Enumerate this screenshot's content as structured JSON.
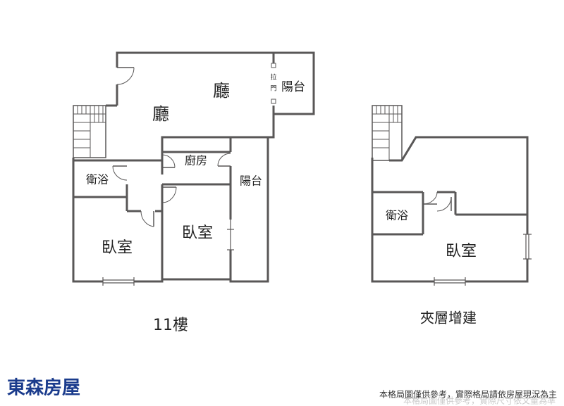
{
  "floor_11": {
    "rooms": {
      "living_a": "廳",
      "living_b": "廳",
      "balcony_top": "陽台",
      "sliding_door_1": "拉",
      "sliding_door_2": "門",
      "kitchen": "廚房",
      "balcony_mid": "陽台",
      "bathroom": "衛浴",
      "bedroom_left": "臥室",
      "bedroom_right": "臥室"
    },
    "caption": "11樓"
  },
  "mezzanine": {
    "rooms": {
      "bathroom": "衛浴",
      "bedroom": "臥室"
    },
    "caption": "夾層增建"
  },
  "brand": {
    "name": "東森房屋",
    "color": "#1a3b8c"
  },
  "disclaimer": "本格局圖僅供參考，實際格局請依房屋現況為主",
  "watermark": "本格局圖僅供參考，實際尺寸依文量為準",
  "colors": {
    "wall": "#595757",
    "text": "#222222"
  }
}
